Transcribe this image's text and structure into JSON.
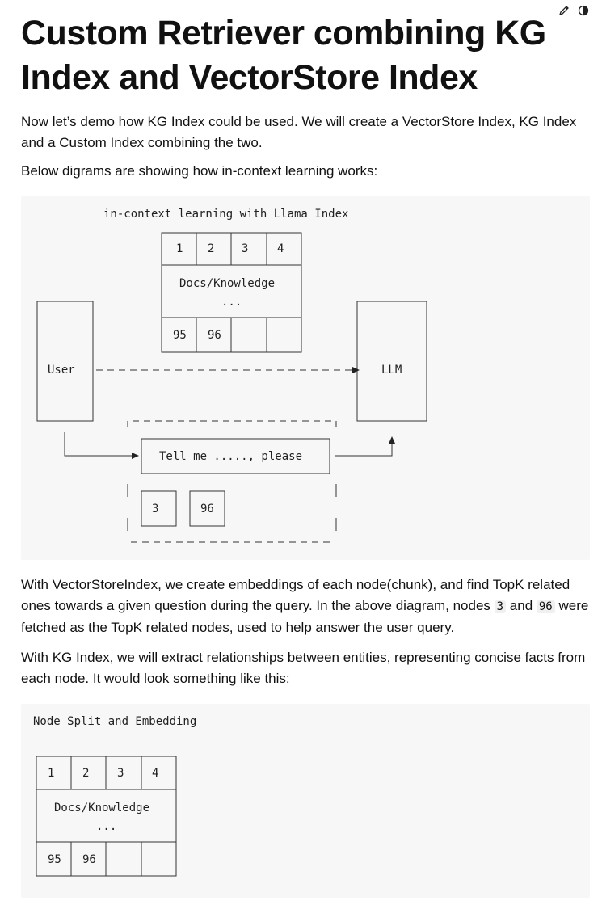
{
  "toolbar": {
    "edit_icon": "pencil-icon",
    "theme_icon": "half-circle-icon"
  },
  "heading": "Custom Retriever combining KG Index and VectorStore Index",
  "intro": [
    "Now let’s demo how KG Index could be used. We will create a VectorStore Index, KG Index and a Custom Index combining the two.",
    "Below digrams are showing how in-context learning works:"
  ],
  "diagram1": {
    "title": "in-context learning with Llama Index",
    "doc_cells_top": [
      "1",
      "2",
      "3",
      "4"
    ],
    "doc_label": "Docs/Knowledge",
    "doc_ellipsis": "...",
    "doc_cells_bottom": [
      "95",
      "96",
      "",
      ""
    ],
    "user_label": "User",
    "llm_label": "LLM",
    "prompt_label": "Tell me ....., please",
    "context_nodes": [
      "3",
      "96"
    ]
  },
  "para3": {
    "before": "With VectorStoreIndex, we create embeddings of each node(chunk), and find TopK related ones towards a given question during the query. In the above diagram, nodes ",
    "code1": "3",
    "middle": " and ",
    "code2": "96",
    "after": " were fetched as the TopK related nodes, used to help answer the user query."
  },
  "para4": "With KG Index, we will extract relationships between entities, representing concise facts from each node. It would look something like this:",
  "diagram2": {
    "title": "Node Split and Embedding",
    "doc_cells_top": [
      "1",
      "2",
      "3",
      "4"
    ],
    "doc_label": "Docs/Knowledge",
    "doc_ellipsis": "...",
    "doc_cells_bottom": [
      "95",
      "96",
      "",
      ""
    ]
  }
}
